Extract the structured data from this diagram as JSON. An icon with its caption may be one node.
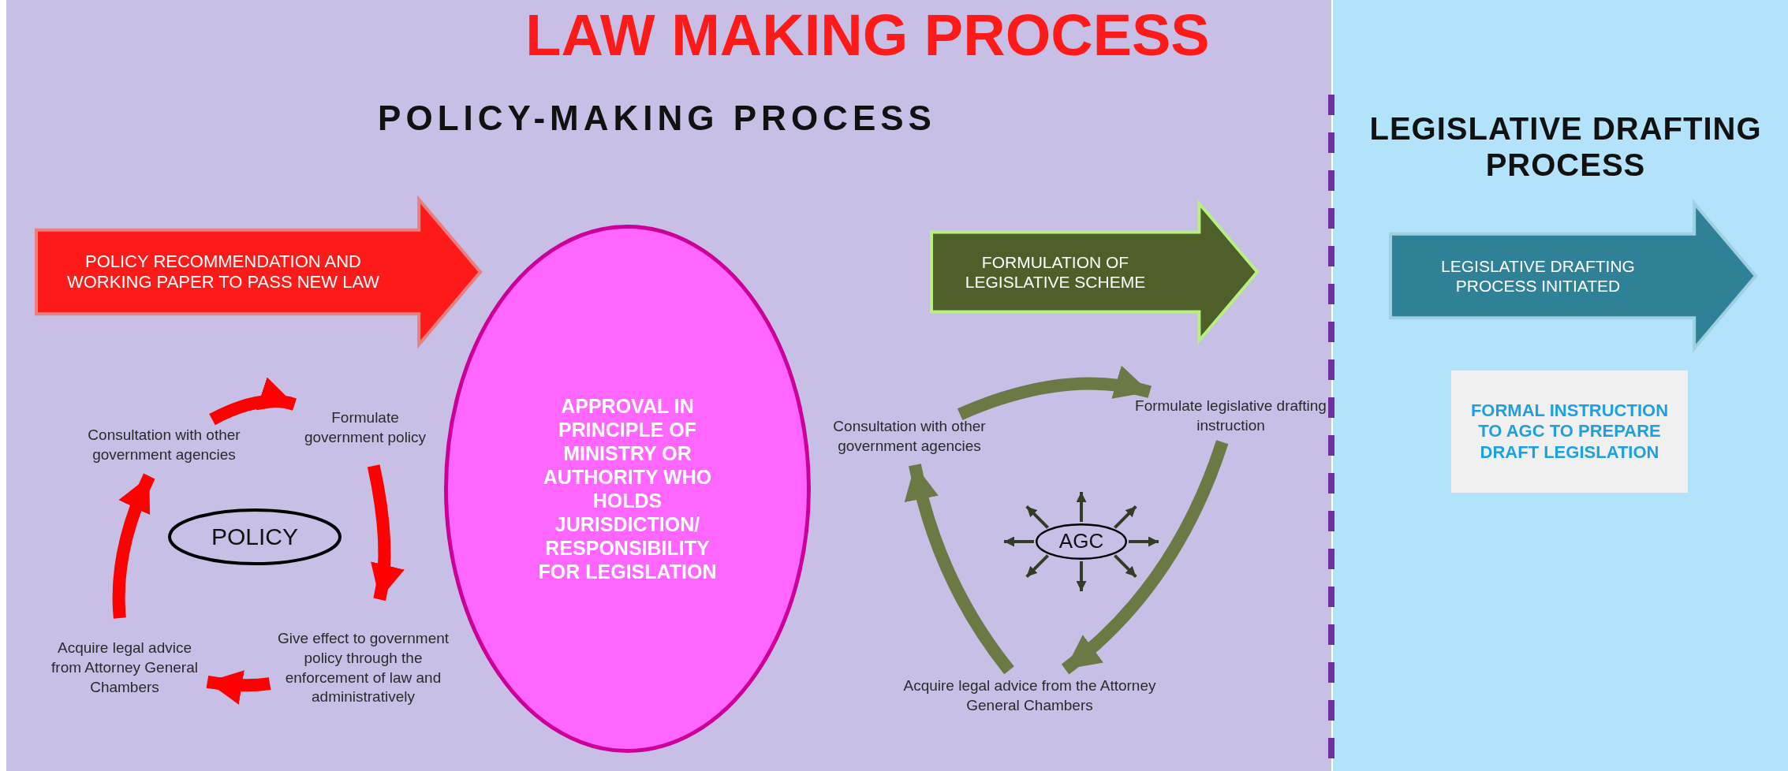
{
  "diagram": {
    "title": "LAW MAKING PROCESS",
    "nodes": [
      {
        "text": [
          "POLICY-MAKING PROCESS"
        ]
      },
      {
        "text": [
          "LEGISLATIVE DRAFTING PROCESS"
        ]
      },
      {
        "text": [
          "POLICY RECOMMENDATION AND WORKING PAPER TO PASS NEW LAW"
        ],
        "in": 0
      },
      {
        "text": [
          "APPROVAL IN PRINCIPLE OF MINISTRY OR AUTHORITY WHO HOLDS JURISDICTION/ RESPONSIBILITY FOR LEGISLATION"
        ],
        "in": 0
      },
      {
        "text": [
          "FORMULATION OF LEGISLATIVE SCHEME"
        ],
        "in": 0
      },
      {
        "text": [
          "Consultation with other government agencies"
        ],
        "in": 0
      },
      {
        "text": [
          "Formulate government policy"
        ],
        "in": 0
      },
      {
        "text": [
          "Give effect to government policy through the enforcement of law and administratively"
        ],
        "in": 0
      },
      {
        "text": [
          "Acquire legal advice from Attorney General Chambers"
        ],
        "in": 0
      },
      {
        "text": [
          "POLICY"
        ],
        "in": 0
      },
      {
        "text": [
          "Consultation with other government agencies"
        ],
        "in": 0
      },
      {
        "text": [
          "Formulate legislative drafting instruction"
        ],
        "in": 0
      },
      {
        "text": [
          "Acquire legal advice from the Attorney General Chambers"
        ],
        "in": 0
      },
      {
        "text": [
          "AGC"
        ],
        "in": 0
      },
      {
        "text": [
          "LEGISLATIVE DRAFTING PROCESS INITIATED"
        ],
        "in": 1
      },
      {
        "text": [
          "FORMAL INSTRUCTION TO AGC TO PREPARE DRAFT LEGISLATION"
        ],
        "in": 1
      }
    ],
    "edges": [
      {
        "from": 5,
        "to": 6,
        "arrow": "to",
        "style": "thick",
        "color": "#ff0000"
      },
      {
        "from": 6,
        "to": 7,
        "arrow": "to",
        "style": "thick",
        "color": "#ff0000"
      },
      {
        "from": 7,
        "to": 8,
        "arrow": "to",
        "style": "thick",
        "color": "#ff0000"
      },
      {
        "from": 8,
        "to": 5,
        "arrow": "to",
        "style": "thick",
        "color": "#ff0000"
      },
      {
        "from": 10,
        "to": 11,
        "arrow": "to",
        "style": "thick",
        "color": "#6b7a45"
      },
      {
        "from": 11,
        "to": 12,
        "arrow": "to",
        "style": "thick",
        "color": "#6b7a45"
      },
      {
        "from": 12,
        "to": 10,
        "arrow": "to",
        "style": "thick",
        "color": "#6b7a45"
      },
      {
        "from": 13,
        "to": null,
        "arrow": "to"
      },
      {
        "from": 13,
        "to": null,
        "arrow": "to"
      },
      {
        "from": 13,
        "to": null,
        "arrow": "to"
      },
      {
        "from": 13,
        "to": null,
        "arrow": "to"
      },
      {
        "from": 13,
        "to": null,
        "arrow": "to"
      },
      {
        "from": 13,
        "to": null,
        "arrow": "to"
      },
      {
        "from": 13,
        "to": null,
        "arrow": "to"
      },
      {
        "from": 13,
        "to": null,
        "arrow": "to"
      }
    ]
  }
}
